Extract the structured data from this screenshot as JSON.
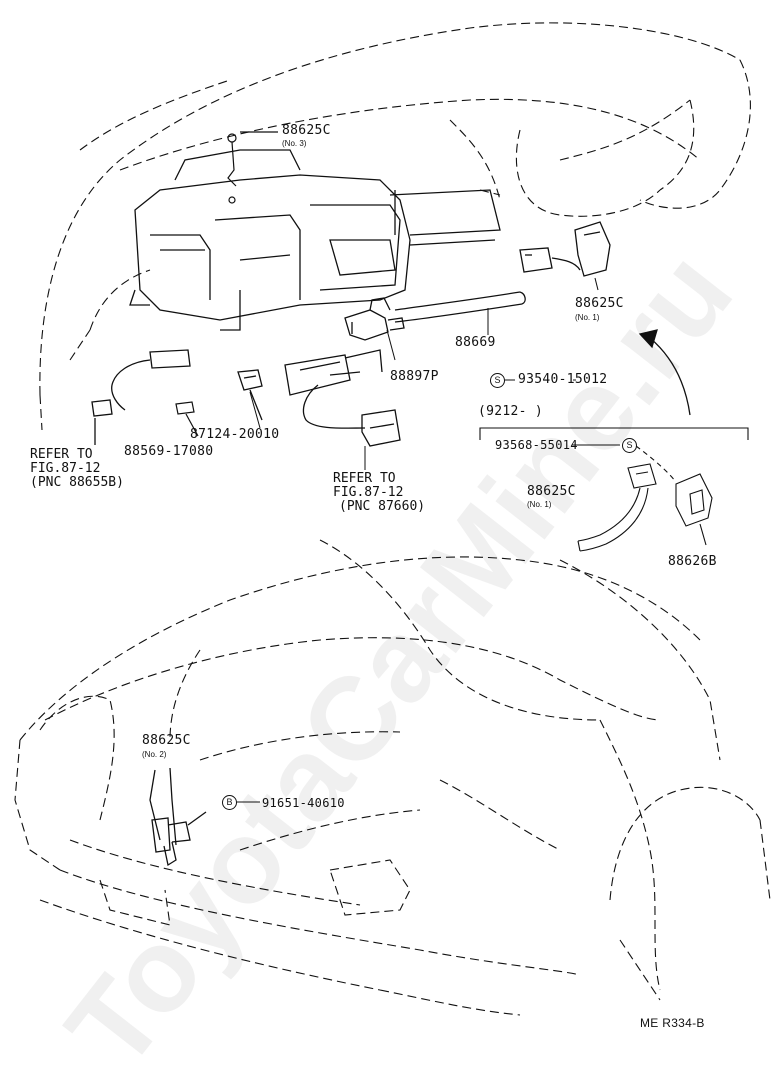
{
  "watermark": "ToyotaCarMine.ru",
  "drawing_code": "ME R334-B",
  "labels": {
    "p88625c_no3": "88625C",
    "p88625c_no3_sub": "(No. 3)",
    "p88625c_no1": "88625C",
    "p88625c_no1_sub": "(No. 1)",
    "p88669": "88669",
    "p88897p": "88897P",
    "p93540": "93540-15012",
    "p93540_mark": "S",
    "p87124": "87124-20010",
    "p88569": "88569-17080",
    "refer1_line1": "REFER TO",
    "refer1_line2": "FIG.87-12",
    "refer1_line3": "(PNC 88655B)",
    "refer2_line1": "REFER TO",
    "refer2_line2": "FIG.87-12",
    "refer2_line3": "(PNC 87660)",
    "date_range": "(9212-     )",
    "p93568": "93568-55014",
    "p93568_mark": "S",
    "p88625c_inset": "88625C",
    "p88625c_inset_sub": "(No. 1)",
    "p88626b": "88626B",
    "p88625c_no2": "88625C",
    "p88625c_no2_sub": "(No. 2)",
    "p91651": "91651-40610",
    "p91651_mark": "B"
  }
}
